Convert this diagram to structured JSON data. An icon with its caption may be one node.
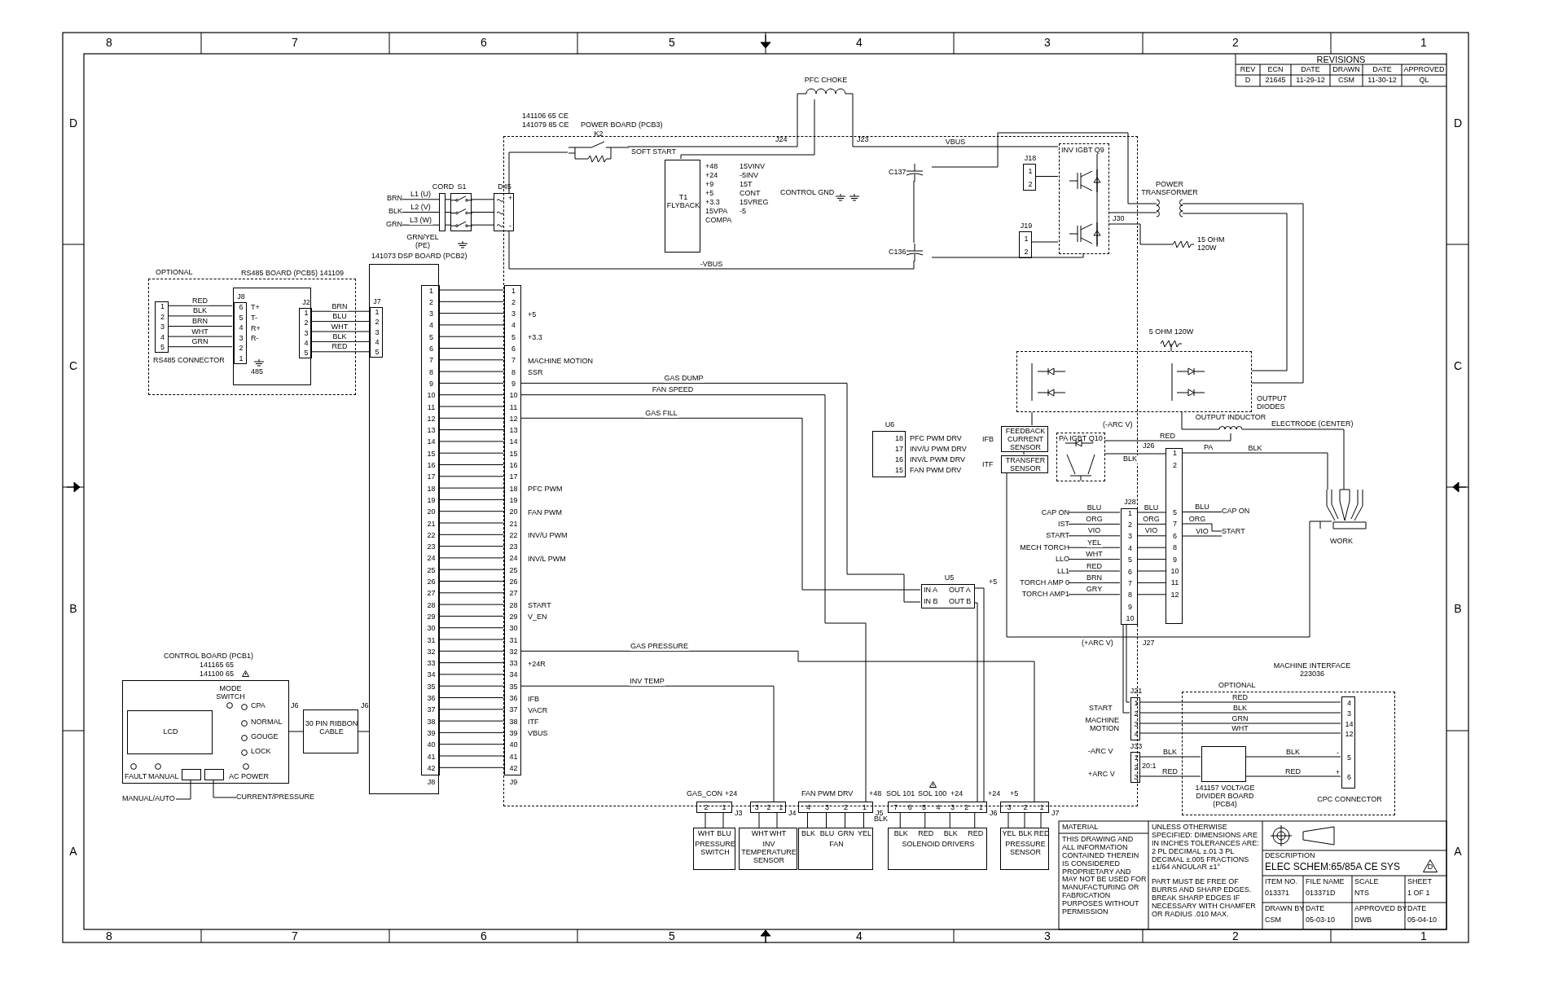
{
  "diagram": {
    "title": "ELEC SCHEM:65/85A CE SYS",
    "nodes": [
      {
        "text": [
          "OPTIONAL"
        ]
      },
      {
        "text": [
          "1",
          "2",
          "3",
          "4",
          "5"
        ],
        "in": 0,
        "beside": [
          "RS485 CONNECTOR"
        ]
      },
      {
        "text": [
          "RS485 BOARD (PCB5) 141109"
        ],
        "in": 0
      },
      {
        "text": [
          "J8",
          "6",
          "5",
          "4",
          "3",
          "2",
          "1"
        ],
        "in": 2,
        "beside": [
          "T+",
          "T-",
          "R+",
          "R-"
        ]
      },
      {
        "text": [
          "J2",
          "1",
          "2",
          "3",
          "4",
          "5"
        ],
        "in": 2
      },
      {
        "text": [
          "J7",
          "1",
          "2",
          "3",
          "4",
          "5"
        ],
        "in": 6
      },
      {
        "text": [
          "141073 DSP BOARD (PCB2)"
        ]
      },
      {
        "text": [
          "1",
          "2",
          "3",
          "4",
          "5",
          "6",
          "7",
          "8",
          "9",
          "10",
          "11",
          "12",
          "13",
          "14",
          "15",
          "16",
          "17",
          "18",
          "19",
          "20",
          "21",
          "22",
          "23",
          "24",
          "25",
          "26",
          "27",
          "28",
          "29",
          "30",
          "31",
          "32",
          "33",
          "34",
          "35",
          "36",
          "37",
          "38",
          "39",
          "40",
          "41",
          "42",
          "J8"
        ],
        "in": 6
      },
      {
        "text": [
          "141106 65 CE",
          "141079 85 CE",
          "POWER BOARD (PCB3)"
        ]
      },
      {
        "text": [
          "1",
          "2",
          "3",
          "4",
          "5",
          "6",
          "7",
          "8",
          "9",
          "10",
          "11",
          "12",
          "13",
          "14",
          "15",
          "16",
          "17",
          "18",
          "19",
          "20",
          "21",
          "22",
          "23",
          "24",
          "25",
          "26",
          "27",
          "28",
          "29",
          "30",
          "31",
          "32",
          "33",
          "34",
          "35",
          "36",
          "37",
          "38",
          "39",
          "40",
          "41",
          "42",
          "J9"
        ],
        "in": 8,
        "beside": [
          "+5",
          "+3.3",
          "MACHINE MOTION",
          "SSR",
          "PFC PWM",
          "FAN PWM",
          "INV/U PWM",
          "INV/L PWM",
          "START",
          "V_EN",
          "+24R",
          "IFB",
          "VACR",
          "ITF",
          "VBUS"
        ]
      },
      {
        "text": [
          "CORD"
        ]
      },
      {
        "text": [
          "S1"
        ]
      },
      {
        "text": [
          "D45",
          "+",
          "-"
        ]
      },
      {
        "text": [
          "K2"
        ],
        "in": 8
      },
      {
        "text": [
          "PFC CHOKE"
        ]
      },
      {
        "text": [
          "T1 FLYBACK"
        ],
        "in": 8,
        "beside": [
          "+48",
          "+24",
          "+9",
          "+5",
          "+3.3",
          "15VPA",
          "COMPA",
          "15VINV",
          "-5INV",
          "15T",
          "CONT",
          "15VREG",
          "-5"
        ]
      },
      {
        "text": [
          "C137"
        ],
        "in": 8
      },
      {
        "text": [
          "C136"
        ],
        "in": 8
      },
      {
        "text": [
          "INV IGBT Q9"
        ],
        "in": 8
      },
      {
        "text": [
          "J18",
          "1",
          "2"
        ],
        "in": 8
      },
      {
        "text": [
          "J19",
          "1",
          "2"
        ],
        "in": 8
      },
      {
        "text": [
          "POWER TRANSFORMER"
        ]
      },
      {
        "text": [
          "15 OHM 120W"
        ]
      },
      {
        "text": [
          "5 OHM 120W"
        ]
      },
      {
        "text": [
          "OUTPUT DIODES"
        ]
      },
      {
        "text": [
          "OUTPUT INDUCTOR"
        ]
      },
      {
        "text": [],
        "shape": "picture",
        "beside": [
          "WORK"
        ]
      },
      {
        "text": [
          "FEEDBACK CURRENT SENSOR"
        ],
        "in": 8,
        "beside": [
          "IFB"
        ]
      },
      {
        "text": [
          "TRANSFER SENSOR"
        ],
        "in": 8,
        "beside": [
          "ITF"
        ]
      },
      {
        "text": [
          "PA IGBT Q10"
        ],
        "in": 8
      },
      {
        "text": [
          "1",
          "2",
          "5",
          "7",
          "6",
          "8",
          "9",
          "10",
          "11",
          "12"
        ]
      },
      {
        "text": [
          "J28",
          "1",
          "2",
          "3",
          "4",
          "5",
          "6",
          "7",
          "8",
          "9",
          "10"
        ],
        "in": 8
      },
      {
        "text": [
          "U6",
          "18",
          "17",
          "16",
          "15"
        ],
        "in": 8,
        "beside": [
          "PFC PWM DRV",
          "INV/U PWM DRV",
          "INV/L PWM DRV",
          "FAN PWM DRV"
        ]
      },
      {
        "text": [
          "U5",
          "IN A",
          "OUT A",
          "IN B",
          "OUT B"
        ],
        "in": 8
      },
      {
        "text": [
          "J21",
          "1",
          "2",
          "3",
          "4"
        ],
        "in": 8
      },
      {
        "text": [
          "J33",
          "1",
          "2",
          "3"
        ],
        "in": 8
      },
      {
        "text": [
          "OPTIONAL",
          "MACHINE INTERFACE 223036"
        ]
      },
      {
        "text": [
          "141157 VOLTAGE DIVIDER BOARD (PCB4)"
        ],
        "in": 36
      },
      {
        "text": [
          "4",
          "3",
          "14",
          "12",
          "5",
          "6",
          "-",
          "+",
          "CPC CONNECTOR"
        ],
        "in": 36
      },
      {
        "text": [
          "CONTROL BOARD (PCB1)",
          "141165 65",
          "141100 65",
          "MODE SWITCH",
          "CPA",
          "NORMAL",
          "GOUGE",
          "LOCK",
          "FAULT",
          "MANUAL",
          "AC POWER"
        ]
      },
      {
        "text": [
          "LCD"
        ],
        "in": 39
      },
      {
        "text": [
          "30 PIN RIBBON CABLE"
        ]
      },
      {
        "text": [
          "2",
          "1"
        ],
        "beside": [
          "J3"
        ]
      },
      {
        "text": [
          "WHT",
          "BLU",
          "PRESSURE SWITCH"
        ]
      },
      {
        "text": [
          "3",
          "2",
          "1"
        ],
        "beside": [
          "J4"
        ]
      },
      {
        "text": [
          "WHT",
          "WHT",
          "INV TEMPERATURE SENSOR"
        ]
      },
      {
        "text": [
          "4",
          "3",
          "2",
          "1"
        ],
        "beside": [
          "J5"
        ]
      },
      {
        "text": [
          "BLK",
          "BLU",
          "GRN",
          "YEL",
          "FAN"
        ]
      },
      {
        "text": [
          "7",
          "6",
          "5",
          "4",
          "3",
          "2",
          "1"
        ],
        "beside": [
          "J6"
        ]
      },
      {
        "text": [
          "BLK",
          "RED",
          "BLK",
          "RED",
          "SOLENOID DRIVERS"
        ]
      },
      {
        "text": [
          "3",
          "2",
          "1"
        ],
        "beside": [
          "J7"
        ]
      },
      {
        "text": [
          "YEL",
          "BLK",
          "RED",
          "PRESSURE SENSOR"
        ]
      },
      {
        "text": [],
        "shape": "box",
        "in": 39
      },
      {
        "text": [],
        "shape": "box",
        "in": 39
      },
      {
        "text": [
          "MANUAL/AUTO"
        ]
      },
      {
        "text": [
          "CURRENT/PRESSURE"
        ]
      },
      {
        "text": [
          "BRN"
        ]
      },
      {
        "text": [
          "BLK"
        ]
      },
      {
        "text": [
          "GRN"
        ]
      },
      {
        "text": [
          "CAP ON"
        ],
        "in": 8
      },
      {
        "text": [
          "IST"
        ],
        "in": 8
      },
      {
        "text": [
          "START"
        ],
        "in": 8
      },
      {
        "text": [
          "MECH TORCH"
        ],
        "in": 8
      },
      {
        "text": [
          "LLO"
        ],
        "in": 8
      },
      {
        "text": [
          "LL1"
        ],
        "in": 8
      },
      {
        "text": [
          "TORCH AMP 0"
        ],
        "in": 8
      },
      {
        "text": [
          "TORCH AMP1"
        ],
        "in": 8
      },
      {
        "text": [
          "CAP ON"
        ]
      },
      {
        "text": [
          "START"
        ]
      }
    ],
    "edges": [
      {
        "from": 1,
        "to": 3,
        "arrow": "none",
        "label": "RED"
      },
      {
        "from": 1,
        "to": 3,
        "arrow": "none",
        "label": "BLK"
      },
      {
        "from": 1,
        "to": 3,
        "arrow": "none",
        "label": "BRN"
      },
      {
        "from": 1,
        "to": 3,
        "arrow": "none",
        "label": "WHT"
      },
      {
        "from": 1,
        "to": 3,
        "arrow": "none",
        "label": "GRN"
      },
      {
        "from": 4,
        "to": 5,
        "arrow": "none",
        "label": "BRN"
      },
      {
        "from": 4,
        "to": 5,
        "arrow": "none",
        "label": "BLU"
      },
      {
        "from": 4,
        "to": 5,
        "arrow": "none",
        "label": "WHT"
      },
      {
        "from": 4,
        "to": 5,
        "arrow": "none",
        "label": "BLK"
      },
      {
        "from": 4,
        "to": 5,
        "arrow": "none",
        "label": "RED"
      },
      {
        "from": 7,
        "to": 9,
        "arrow": "none"
      },
      {
        "from": 39,
        "to": 41,
        "arrow": "none"
      },
      {
        "from": 41,
        "to": 6,
        "arrow": "none"
      },
      {
        "from": 56,
        "to": 10,
        "arrow": "none",
        "label": "L1 (U)"
      },
      {
        "from": 57,
        "to": 10,
        "arrow": "none",
        "label": "L2 (V)"
      },
      {
        "from": 58,
        "to": 10,
        "arrow": "none",
        "label": "L3 (W)"
      },
      {
        "from": 10,
        "to": 11,
        "arrow": "none"
      },
      {
        "from": 10,
        "to": 11,
        "arrow": "none"
      },
      {
        "from": 10,
        "to": 11,
        "arrow": "none"
      },
      {
        "from": 11,
        "to": 12,
        "arrow": "none"
      },
      {
        "from": 11,
        "to": 12,
        "arrow": "none"
      },
      {
        "from": 11,
        "to": 12,
        "arrow": "none"
      },
      {
        "from": 12,
        "to": 13,
        "arrow": "none"
      },
      {
        "from": 13,
        "to": 14,
        "arrow": "none"
      },
      {
        "from": 14,
        "to": 18,
        "arrow": "none",
        "label": "VBUS"
      },
      {
        "from": 14,
        "to": 15,
        "arrow": "none"
      },
      {
        "from": 16,
        "to": 17,
        "arrow": "none"
      },
      {
        "from": 12,
        "to": 17,
        "arrow": "none",
        "label": "-VBUS"
      },
      {
        "from": 17,
        "to": 18,
        "arrow": "none"
      },
      {
        "from": 19,
        "to": 18,
        "arrow": "none"
      },
      {
        "from": 20,
        "to": 18,
        "arrow": "none"
      },
      {
        "from": 18,
        "to": 21,
        "arrow": "none"
      },
      {
        "from": 16,
        "to": 21,
        "arrow": "none"
      },
      {
        "from": 18,
        "to": 22,
        "arrow": "none"
      },
      {
        "from": 21,
        "to": 24,
        "arrow": "none"
      },
      {
        "from": 21,
        "to": 24,
        "arrow": "none"
      },
      {
        "from": 23,
        "to": 24,
        "arrow": "none"
      },
      {
        "from": 24,
        "to": 25,
        "arrow": "none"
      },
      {
        "from": 25,
        "to": 26,
        "arrow": "none",
        "label": "ELECTRODE (CENTER)"
      },
      {
        "from": 24,
        "to": 27,
        "arrow": "none"
      },
      {
        "from": 27,
        "to": 28,
        "arrow": "none"
      },
      {
        "from": 28,
        "to": 26,
        "arrow": "none"
      },
      {
        "from": 29,
        "to": 25,
        "arrow": "none",
        "label": "RED"
      },
      {
        "from": 29,
        "to": 30,
        "arrow": "none",
        "label": "BLK"
      },
      {
        "from": 30,
        "to": 26,
        "arrow": "none",
        "label": "BLK"
      },
      {
        "from": 59,
        "to": 31,
        "arrow": "none",
        "label": "BLU"
      },
      {
        "from": 60,
        "to": 31,
        "arrow": "none",
        "label": "ORG"
      },
      {
        "from": 61,
        "to": 31,
        "arrow": "none",
        "label": "VIO"
      },
      {
        "from": 62,
        "to": 31,
        "arrow": "none",
        "label": "YEL"
      },
      {
        "from": 63,
        "to": 31,
        "arrow": "none",
        "label": "WHT"
      },
      {
        "from": 64,
        "to": 31,
        "arrow": "none",
        "label": "RED"
      },
      {
        "from": 65,
        "to": 31,
        "arrow": "none",
        "label": "BRN"
      },
      {
        "from": 66,
        "to": 31,
        "arrow": "none",
        "label": "GRY"
      },
      {
        "from": 31,
        "to": 30,
        "arrow": "none",
        "label": "BLU"
      },
      {
        "from": 31,
        "to": 30,
        "arrow": "none",
        "label": "ORG"
      },
      {
        "from": 31,
        "to": 30,
        "arrow": "none",
        "label": "VIO"
      },
      {
        "from": 31,
        "to": 30,
        "arrow": "none"
      },
      {
        "from": 31,
        "to": 30,
        "arrow": "none"
      },
      {
        "from": 31,
        "to": 30,
        "arrow": "none"
      },
      {
        "from": 31,
        "to": 30,
        "arrow": "none"
      },
      {
        "from": 31,
        "to": 30,
        "arrow": "none"
      },
      {
        "from": 30,
        "to": 67,
        "arrow": "none",
        "label": "BLU"
      },
      {
        "from": 30,
        "to": 68,
        "arrow": "none",
        "label": "ORG"
      },
      {
        "from": 30,
        "to": 68,
        "arrow": "none",
        "label": "VIO"
      },
      {
        "from": 31,
        "to": 34,
        "arrow": "none",
        "label": "START"
      },
      {
        "from": 31,
        "to": 34,
        "arrow": "none"
      },
      {
        "from": 34,
        "to": 38,
        "arrow": "none",
        "label": "RED"
      },
      {
        "from": 34,
        "to": 38,
        "arrow": "none",
        "label": "BLK"
      },
      {
        "from": 34,
        "to": 38,
        "arrow": "none",
        "label": "GRN"
      },
      {
        "from": 34,
        "to": 38,
        "arrow": "none",
        "label": "WHT"
      },
      {
        "from": 35,
        "to": 37,
        "arrow": "none",
        "label": "BLK"
      },
      {
        "from": 35,
        "to": 37,
        "arrow": "none",
        "label": "RED"
      },
      {
        "from": 37,
        "to": 38,
        "arrow": "none",
        "label": "BLK"
      },
      {
        "from": 37,
        "to": 38,
        "arrow": "none",
        "label": "RED"
      },
      {
        "from": 9,
        "to": 33,
        "arrow": "none",
        "label": "GAS DUMP"
      },
      {
        "from": 9,
        "to": 33,
        "arrow": "none",
        "label": "GAS FILL"
      },
      {
        "from": 9,
        "to": 46,
        "arrow": "none",
        "label": "FAN SPEED"
      },
      {
        "from": 9,
        "to": 50,
        "arrow": "none",
        "label": "GAS PRESSURE"
      },
      {
        "from": 9,
        "to": 44,
        "arrow": "none",
        "label": "INV TEMP"
      },
      {
        "from": 33,
        "to": 48,
        "arrow": "none"
      },
      {
        "from": 33,
        "to": 48,
        "arrow": "none"
      },
      {
        "from": 42,
        "to": 43,
        "arrow": "none"
      },
      {
        "from": 42,
        "to": 43,
        "arrow": "none"
      },
      {
        "from": 44,
        "to": 45,
        "arrow": "none"
      },
      {
        "from": 44,
        "to": 45,
        "arrow": "none"
      },
      {
        "from": 46,
        "to": 47,
        "arrow": "none"
      },
      {
        "from": 46,
        "to": 47,
        "arrow": "none"
      },
      {
        "from": 46,
        "to": 47,
        "arrow": "none"
      },
      {
        "from": 46,
        "to": 47,
        "arrow": "none"
      },
      {
        "from": 48,
        "to": 49,
        "arrow": "none"
      },
      {
        "from": 48,
        "to": 49,
        "arrow": "none"
      },
      {
        "from": 48,
        "to": 49,
        "arrow": "none"
      },
      {
        "from": 48,
        "to": 49,
        "arrow": "none"
      },
      {
        "from": 50,
        "to": 51,
        "arrow": "none"
      },
      {
        "from": 50,
        "to": 51,
        "arrow": "none"
      },
      {
        "from": 50,
        "to": 51,
        "arrow": "none"
      },
      {
        "from": 54,
        "to": 52,
        "arrow": "none"
      },
      {
        "from": 55,
        "to": 53,
        "arrow": "none"
      }
    ],
    "labels": [
      "8",
      "7",
      "6",
      "5",
      "4",
      "3",
      "2",
      "1",
      "REVISIONS",
      "REV",
      "ECN",
      "DATE",
      "DRAWN",
      "DATE",
      "APPROVED",
      "D",
      "21645",
      "11-29-12",
      "CSM",
      "11-30-12",
      "QL",
      "D",
      "D",
      "C",
      "C",
      "B",
      "B",
      "A",
      "A",
      "485",
      "GRN/YEL (PE)",
      "SOFT START",
      "J24",
      "J23",
      "CONTROL GND",
      "J30",
      "(-ARC V)",
      "J26",
      "PA",
      "+5",
      "(+ARC V)",
      "J27",
      "MACHINE MOTION",
      "-ARC V",
      "20:1",
      "+ARC V",
      "J6",
      "J6",
      "GAS_CON",
      "+24",
      "FAN PWM DRV",
      "+48",
      "SOL 101",
      "SOL 100",
      "+24",
      "+24",
      "+5",
      "BLK",
      "MATERIAL",
      "THIS DRAWING AND ALL INFORMATION CONTAINED THEREIN IS CONSIDERED PROPRIETARY AND MAY NOT BE USED FOR MANUFACTURING OR FABRICATION PURPOSES WITHOUT PERMISSION",
      "UNLESS OTHERWISE SPECIFIED: DIMENSIONS ARE IN INCHES TOLERANCES ARE: 2 PL DECIMAL ±.01 3 PL DECIMAL ±.005 FRACTIONS ±1/64 ANGULAR ±1°",
      "PART MUST BE FREE OF BURRS AND SHARP EDGES. BREAK SHARP EDGES IF NECESSARY WITH CHAMFER OR RADIUS .010 MAX.",
      "DESCRIPTION",
      "D",
      "ITEM NO.",
      "FILE NAME",
      "SCALE",
      "SHEET",
      "013371",
      "013371D",
      "NTS",
      "1 OF 1",
      "DRAWN BY",
      "DATE",
      "APPROVED BY",
      "DATE",
      "CSM",
      "05-03-10",
      "DWB",
      "05-04-10",
      "8",
      "7",
      "6",
      "5",
      "4",
      "3",
      "2",
      "1"
    ]
  }
}
